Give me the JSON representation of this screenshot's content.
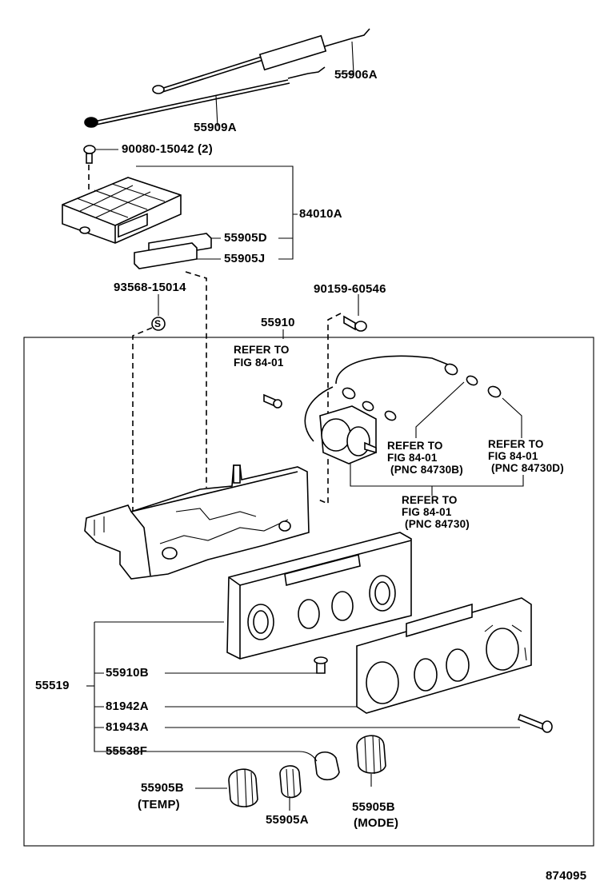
{
  "labels": {
    "p55906A": "55906A",
    "p55909A": "55909A",
    "p90080": "90080-15042 (2)",
    "p84010A": "84010A",
    "p55905D": "55905D",
    "p55905J": "55905J",
    "p93568": "93568-15014",
    "p90159": "90159-60546",
    "p55910": "55910",
    "ref_a_1": "REFER TO",
    "ref_a_2": "FIG 84-01",
    "ref_b_1": "REFER TO",
    "ref_b_2": "FIG 84-01",
    "ref_b_3": "(PNC 84730B)",
    "ref_c_1": "REFER TO",
    "ref_c_2": "FIG 84-01",
    "ref_c_3": "(PNC 84730D)",
    "ref_d_1": "REFER TO",
    "ref_d_2": "FIG 84-01",
    "ref_d_3": "(PNC 84730)",
    "p55519": "55519",
    "p55910B": "55910B",
    "p81942A": "81942A",
    "p81943A": "81943A",
    "p55538F": "55538F",
    "p55905B_temp": "55905B",
    "temp": "(TEMP)",
    "p55905A": "55905A",
    "p55905B_mode": "55905B",
    "mode": "(MODE)",
    "diagram_no": "874095"
  },
  "icons": {
    "s_marker": "S"
  }
}
